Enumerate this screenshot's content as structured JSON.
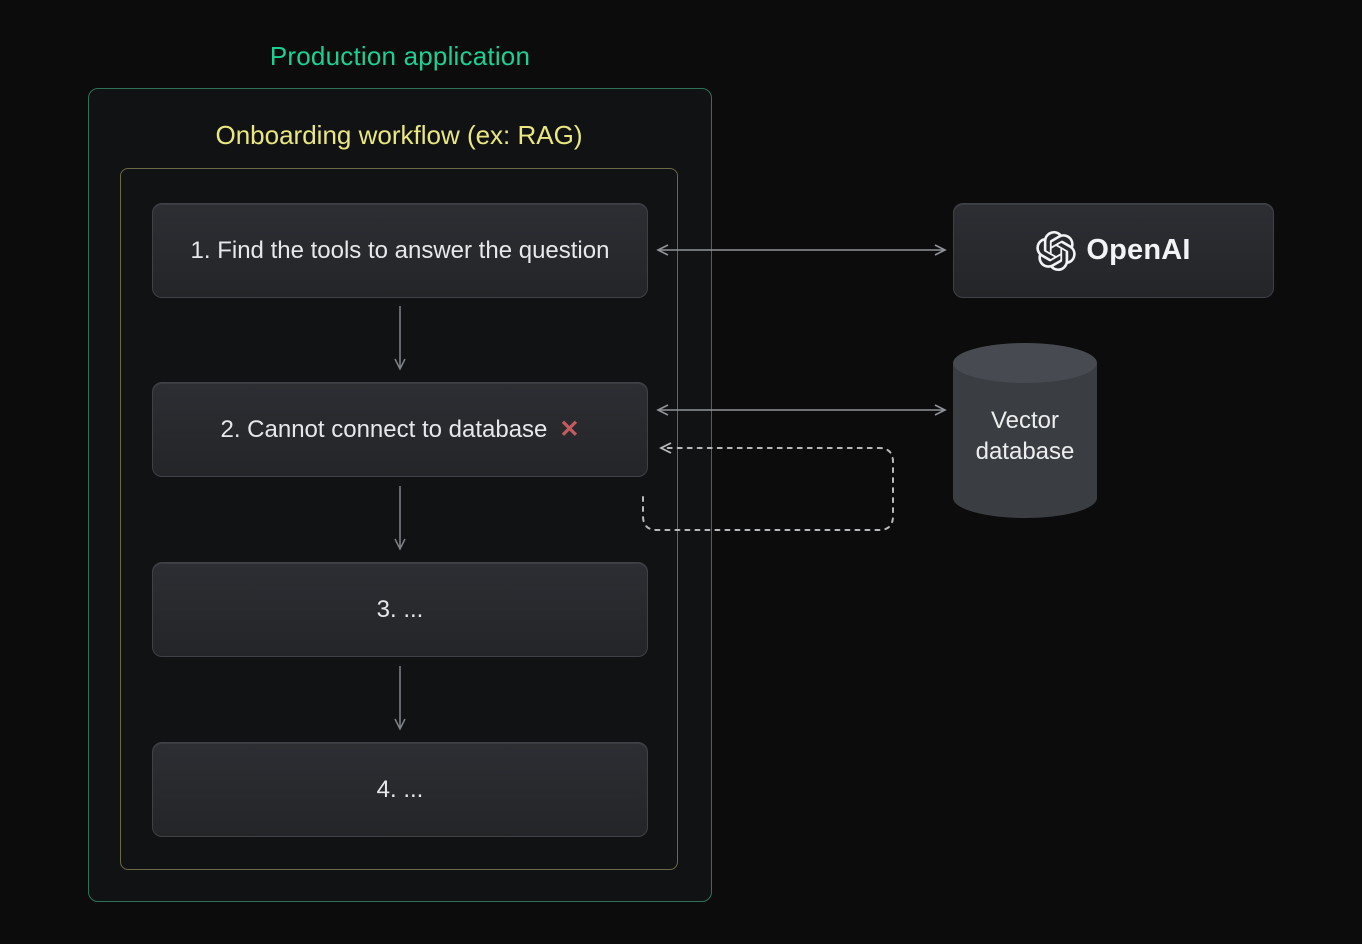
{
  "diagram": {
    "outer_title": "Production application",
    "inner_title": "Onboarding workflow (ex: RAG)",
    "steps": [
      {
        "label": "1. Find the tools to answer the question"
      },
      {
        "label": "2. Cannot connect to database",
        "error_icon": "✕"
      },
      {
        "label": "3. ..."
      },
      {
        "label": "4. ..."
      }
    ],
    "services": {
      "openai": {
        "label": "OpenAI",
        "icon": "openai-logo-icon"
      },
      "vector_db": {
        "label": "Vector database",
        "icon": "database-cylinder-icon"
      }
    },
    "connectors": {
      "step1_openai": "bidirectional-solid",
      "step2_vector_db": "bidirectional-solid",
      "retry_loop_to_step2": "dashed-arrow"
    },
    "colors": {
      "background": "#0c0c0d",
      "outer_box_border": "#2e7258",
      "outer_title": "#1ecf92",
      "inner_box_border": "#6d6945",
      "inner_title": "#eae781",
      "node_border": "#3e4146",
      "node_text": "#e7e8ea",
      "error_x": "#c25b5f",
      "arrow_solid": "#909498",
      "arrow_dashed": "#b6babd",
      "arrow_step": "#7f8387"
    }
  }
}
